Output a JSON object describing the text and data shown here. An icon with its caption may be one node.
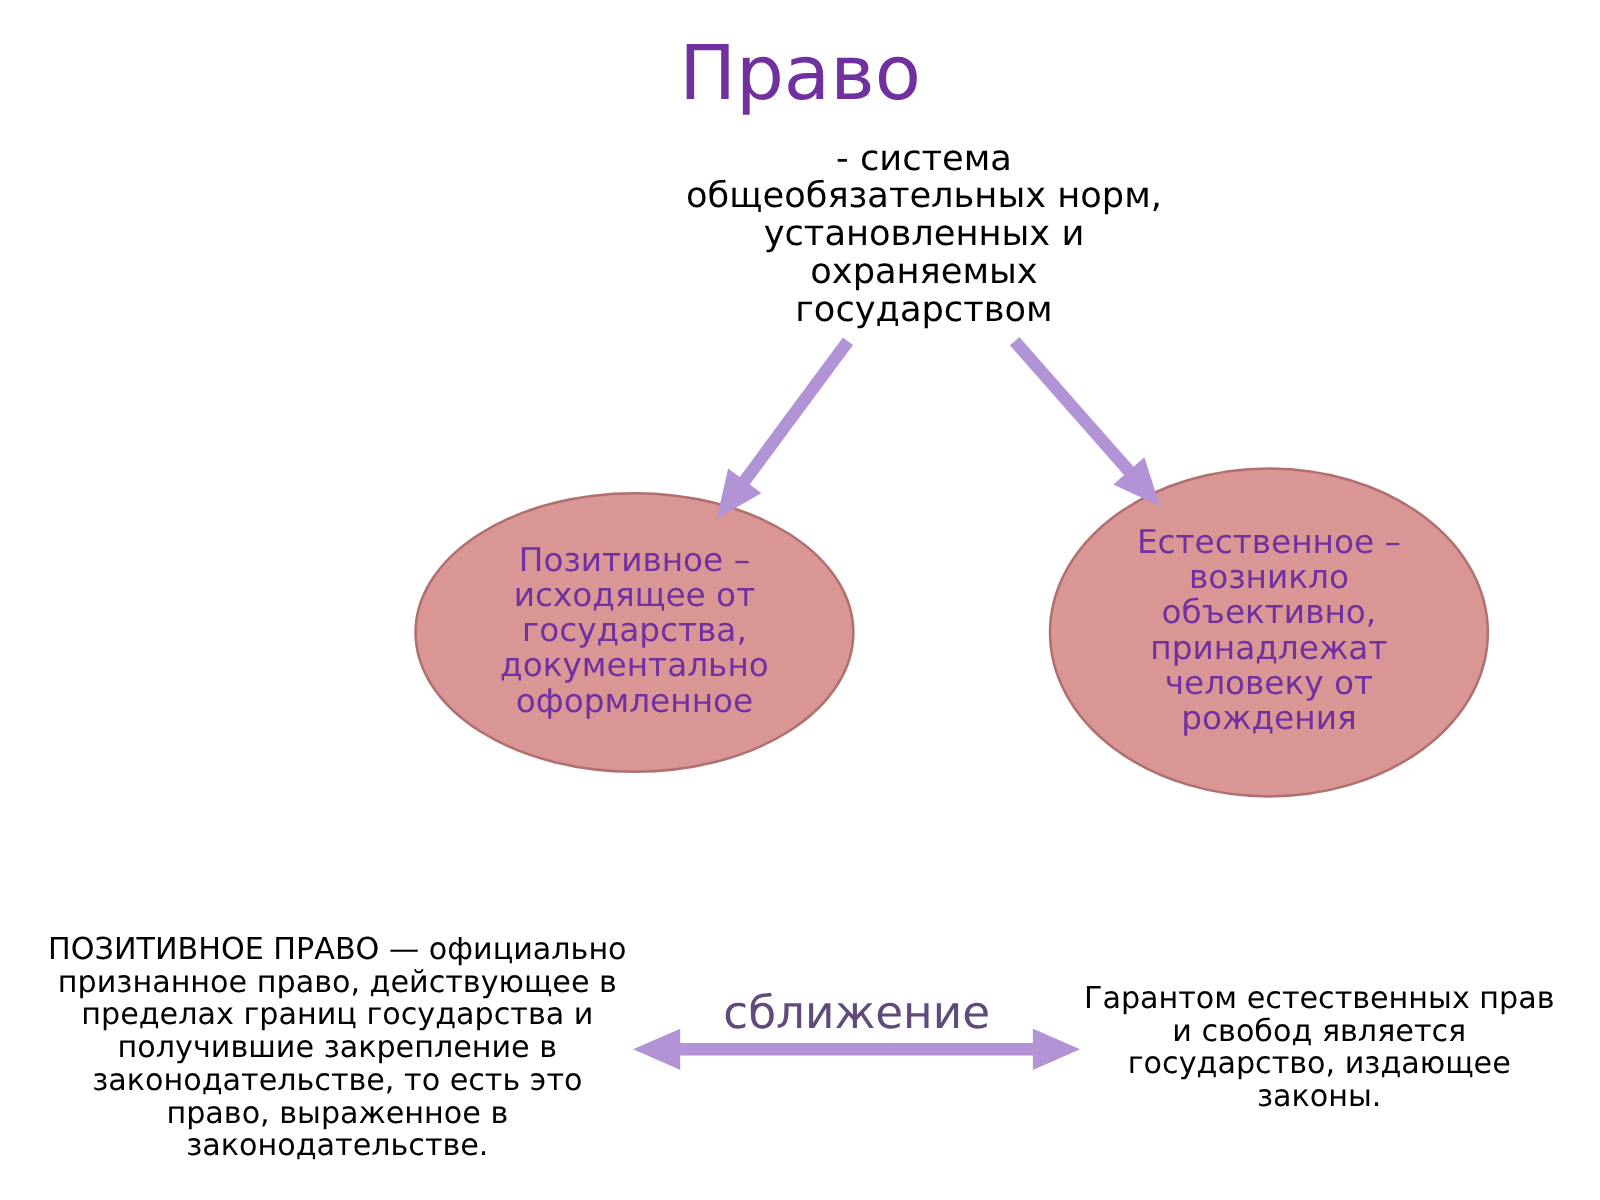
{
  "diagram": {
    "title": "Право",
    "nodes": [
      {
        "text": [
          "- система общеобязательных норм, установленных и охраняемых государством"
        ]
      },
      {
        "text": [
          "Позитивное – исходящее от государства, документально оформленное"
        ]
      },
      {
        "text": [
          "Естественное – возникло объективно, принадлежат человеку от рождения"
        ]
      },
      {
        "text": [
          "ПОЗИТИВНОЕ ПРАВО — официально признанное право, действующее в пределах границ государства и получившие закрепление в законодательстве, то есть это право, выраженное в законодательстве."
        ]
      },
      {
        "text": [
          "Гарантом естественных прав и свобод является государство, издающее законы."
        ]
      }
    ],
    "edges": [
      {
        "from": 0,
        "to": 1,
        "arrow": "to"
      },
      {
        "from": 0,
        "to": 2,
        "arrow": "to"
      },
      {
        "from": 3,
        "to": 4,
        "arrow": "both",
        "label": "сближение"
      }
    ]
  }
}
